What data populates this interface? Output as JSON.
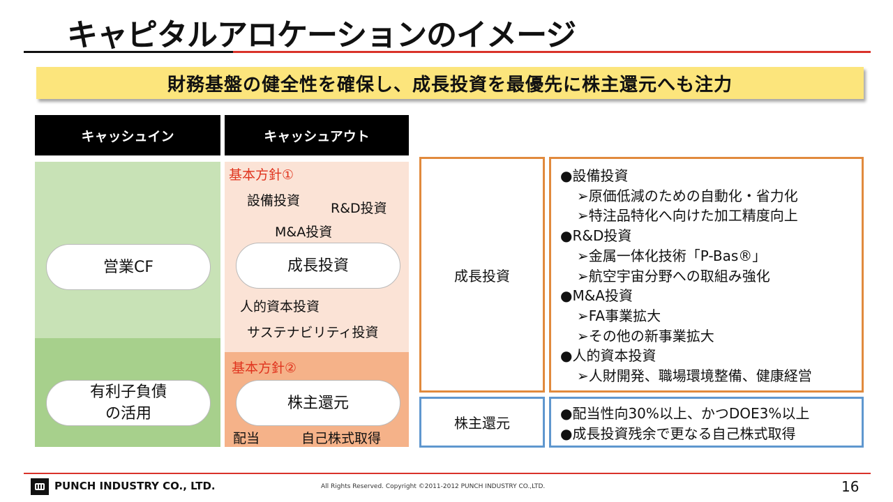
{
  "title": "キャピタルアロケーションのイメージ",
  "banner": "財務基盤の健全性を確保し、成長投資を最優先に株主還元へも注力",
  "headers": {
    "cash_in": "キャッシュイン",
    "cash_out": "キャッシュアウト"
  },
  "cash_in": {
    "operating_cf": "営業CF",
    "debt_line1": "有利子負債",
    "debt_line2": "の活用"
  },
  "policy1": {
    "label": "基本方針①",
    "capex": "設備投資",
    "rnd": "R&D投資",
    "mna": "M&A投資",
    "growth": "成長投資",
    "human": "人的資本投資",
    "sustain": "サステナビリティ投資"
  },
  "policy2": {
    "label": "基本方針②",
    "return": "株主還元",
    "dividend": "配当",
    "buyback": "自己株式取得"
  },
  "growth_box": {
    "label": "成長投資",
    "items": [
      "●設備投資",
      "➢原価低減のための自動化・省力化",
      "➢特注品特化へ向けた加工精度向上",
      "●R&D投資",
      "➢金属一体化技術「P-Bas®」",
      "➢航空宇宙分野への取組み強化",
      "●M&A投資",
      "➢FA事業拡大",
      "➢その他の新事業拡大",
      "●人的資本投資",
      "➢人財開発、職場環境整備、健康経営"
    ]
  },
  "return_box": {
    "label": "株主還元",
    "items": [
      "●配当性向30%以上、かつDOE3%以上",
      "●成長投資残余で更なる自己株式取得"
    ]
  },
  "footer": {
    "company": "PUNCH INDUSTRY CO., LTD.",
    "copyright": "All Rights Reserved. Copyright ©2011-2012 PUNCH INDUSTRY CO.,LTD.",
    "page": "16"
  },
  "colors": {
    "accent_red": "#d9322a",
    "banner_yellow": "#fce57c",
    "green_light": "#c8e2b6",
    "green_dark": "#a7d08c",
    "peach_light": "#fbe3d6",
    "peach_dark": "#f5b289",
    "orange_border": "#e18a3d",
    "blue_border": "#5f97cf"
  }
}
